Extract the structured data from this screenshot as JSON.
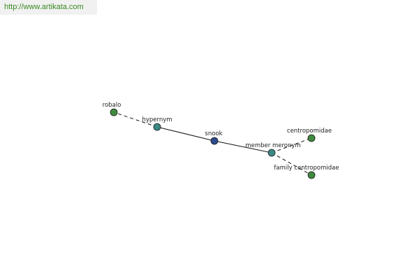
{
  "banner": {
    "url_text": "http://www.artikata.com"
  },
  "graph": {
    "colors": {
      "center_node": "#2e4a8c",
      "relation_node": "#3b8a84",
      "leaf_node": "#3f8a3f",
      "node_outline": "#1a1a1a",
      "edge": "#111111"
    },
    "nodes": [
      {
        "id": "snook",
        "label": "snook",
        "kind": "center"
      },
      {
        "id": "hypernym",
        "label": "hypernym",
        "kind": "relation"
      },
      {
        "id": "member-meronym",
        "label": "member meronym",
        "kind": "relation"
      },
      {
        "id": "robalo",
        "label": "robalo",
        "kind": "leaf"
      },
      {
        "id": "centropomidae",
        "label": "centropomidae",
        "kind": "leaf"
      },
      {
        "id": "family-centropomidae",
        "label": "family centropomidae",
        "kind": "leaf"
      }
    ],
    "edges": [
      {
        "from": "snook",
        "to": "hypernym",
        "style": "solid"
      },
      {
        "from": "snook",
        "to": "member-meronym",
        "style": "solid"
      },
      {
        "from": "hypernym",
        "to": "robalo",
        "style": "dashed"
      },
      {
        "from": "member-meronym",
        "to": "centropomidae",
        "style": "dashed"
      },
      {
        "from": "member-meronym",
        "to": "family-centropomidae",
        "style": "dashed"
      }
    ]
  }
}
